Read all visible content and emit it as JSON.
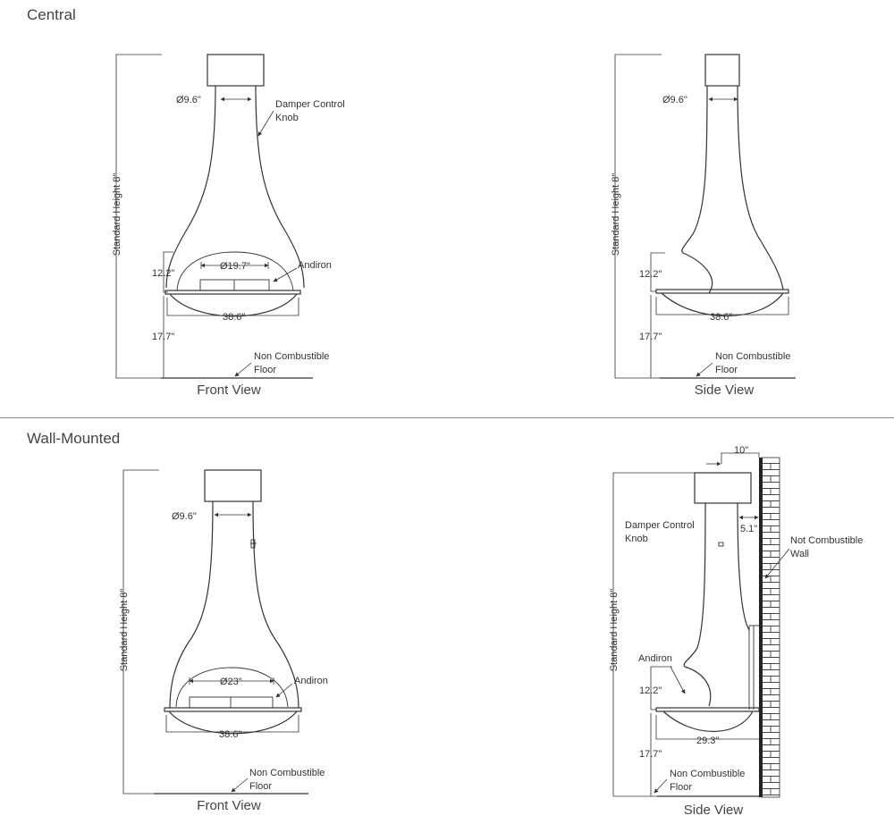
{
  "sections": {
    "central": "Central",
    "wall": "Wall-Mounted"
  },
  "labels": {
    "standard_height": "Standard Height 8\"",
    "d_9_6": "Ø9.6\"",
    "d_19_7": "Ø19.7\"",
    "d_23": "Ø23\"",
    "w_38_6": "38.6\"",
    "w_29_3": "29.3\"",
    "h_12_2": "12.2\"",
    "h_17_7": "17.7\"",
    "w_10": "10\"",
    "w_5_1": "5.1\"",
    "damper_1": "Damper Control",
    "damper_2": "Knob",
    "andiron": "Andiron",
    "floor_1": "Non Combustible",
    "floor_2": "Floor",
    "wall_1": "Not Combustible",
    "wall_2": "Wall",
    "front_view": "Front View",
    "side_view": "Side View"
  }
}
